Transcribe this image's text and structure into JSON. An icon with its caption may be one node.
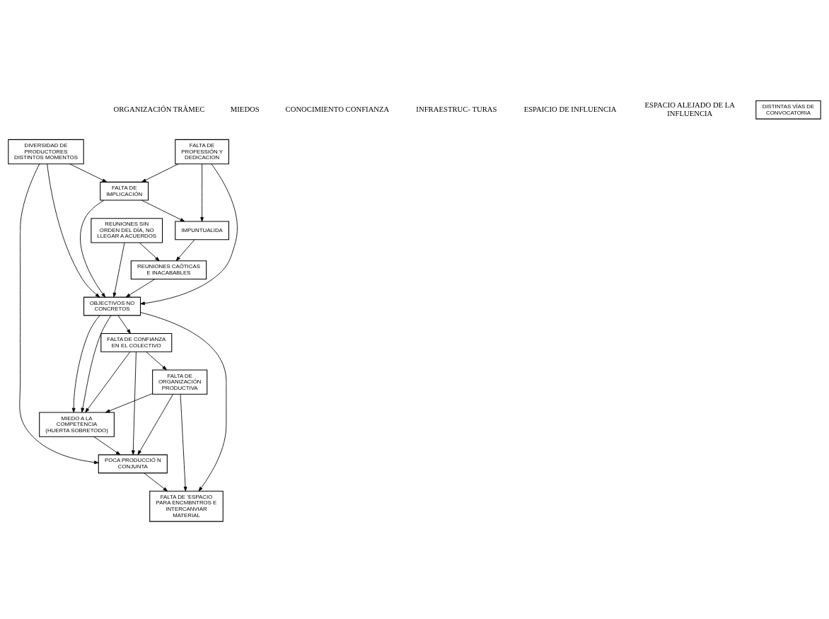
{
  "diagram": {
    "nodes": [
      {
        "text": [
          "REUNIONES CAÒTICAS E INACABABLES"
        ]
      },
      {
        "text": [
          "IMPUNTUALIDA"
        ]
      },
      {
        "text": [
          "FALTA DE PROFESSIÓN Y DEDICACION"
        ]
      },
      {
        "text": [
          "FALTA DE ORGANIZACIÓN PRODUCTIVA"
        ]
      },
      {
        "text": [
          "DISTINTAS VÍAS DE CONVOCATORIA"
        ]
      },
      {
        "text": [
          "MIEDO A LA COMPETENCIA (HUERTA SOBRETODO)"
        ]
      },
      {
        "text": [
          "DIVERSIDAD DE PRODUCTORES DISTINTOS MOMENTOS"
        ]
      },
      {
        "text": [
          "POCA PRODUCCIÓ N CONJUNTA"
        ]
      },
      {
        "text": [
          "REUNIONES SIN ORDEN DEL DÍA, NO LLEGAR A ACUERDOS"
        ]
      },
      {
        "text": [
          "FALTA DE CONFIANZA EN EL COLECTIVO"
        ]
      },
      {
        "text": [
          "FALTA DE IMPLICACIÓN"
        ]
      },
      {
        "text": [
          "OBJECTIVOS NO CONCRETOS"
        ]
      },
      {
        "text": [
          "FALTA DE ’ESPACIO PARA ENCMBNTROS E INTERCANVIAR MATERIAL"
        ]
      }
    ],
    "edges": [
      {
        "from": 1,
        "to": 0,
        "arrow": "to"
      },
      {
        "from": 2,
        "to": 1,
        "arrow": "to"
      },
      {
        "from": 2,
        "to": 10,
        "arrow": "to"
      },
      {
        "from": 2,
        "to": 11,
        "arrow": "to"
      },
      {
        "from": 3,
        "to": 12,
        "arrow": "to"
      },
      {
        "from": 3,
        "to": 7,
        "arrow": "to"
      },
      {
        "from": 3,
        "to": 5,
        "arrow": "to"
      },
      {
        "from": 9,
        "to": 3,
        "arrow": "to"
      },
      {
        "from": 5,
        "to": 7,
        "arrow": "to"
      },
      {
        "from": 9,
        "to": 5,
        "arrow": "to"
      },
      {
        "from": 9,
        "to": 7,
        "arrow": "to"
      },
      {
        "from": 11,
        "to": 9,
        "arrow": "to"
      },
      {
        "from": 11,
        "to": 5,
        "arrow": "to"
      },
      {
        "from": 11,
        "to": 5,
        "arrow": "to"
      },
      {
        "from": 11,
        "to": 12,
        "arrow": "to"
      },
      {
        "from": 7,
        "to": 12,
        "arrow": "to"
      },
      {
        "from": 6,
        "to": 7,
        "arrow": "to"
      },
      {
        "from": 6,
        "to": 10,
        "arrow": "to"
      },
      {
        "from": 6,
        "to": 11,
        "arrow": "to"
      },
      {
        "from": 10,
        "to": 1,
        "arrow": "to"
      },
      {
        "from": 10,
        "to": 11,
        "arrow": "to"
      },
      {
        "from": 0,
        "to": 11,
        "arrow": "to"
      },
      {
        "from": 8,
        "to": 0,
        "arrow": "to"
      },
      {
        "from": 8,
        "to": 11,
        "arrow": "to"
      }
    ],
    "labels": [
      "ORGANIZACIÓN TRÀMEC",
      "MIEDOS",
      "CONOCIMIENTO CONFIANZA",
      "INFRAESTRUC- TURAS",
      "ESPAICIO DE INFLUENCIA",
      "ESPACIO ALEJADO DE LA INFLUENCIA"
    ]
  }
}
